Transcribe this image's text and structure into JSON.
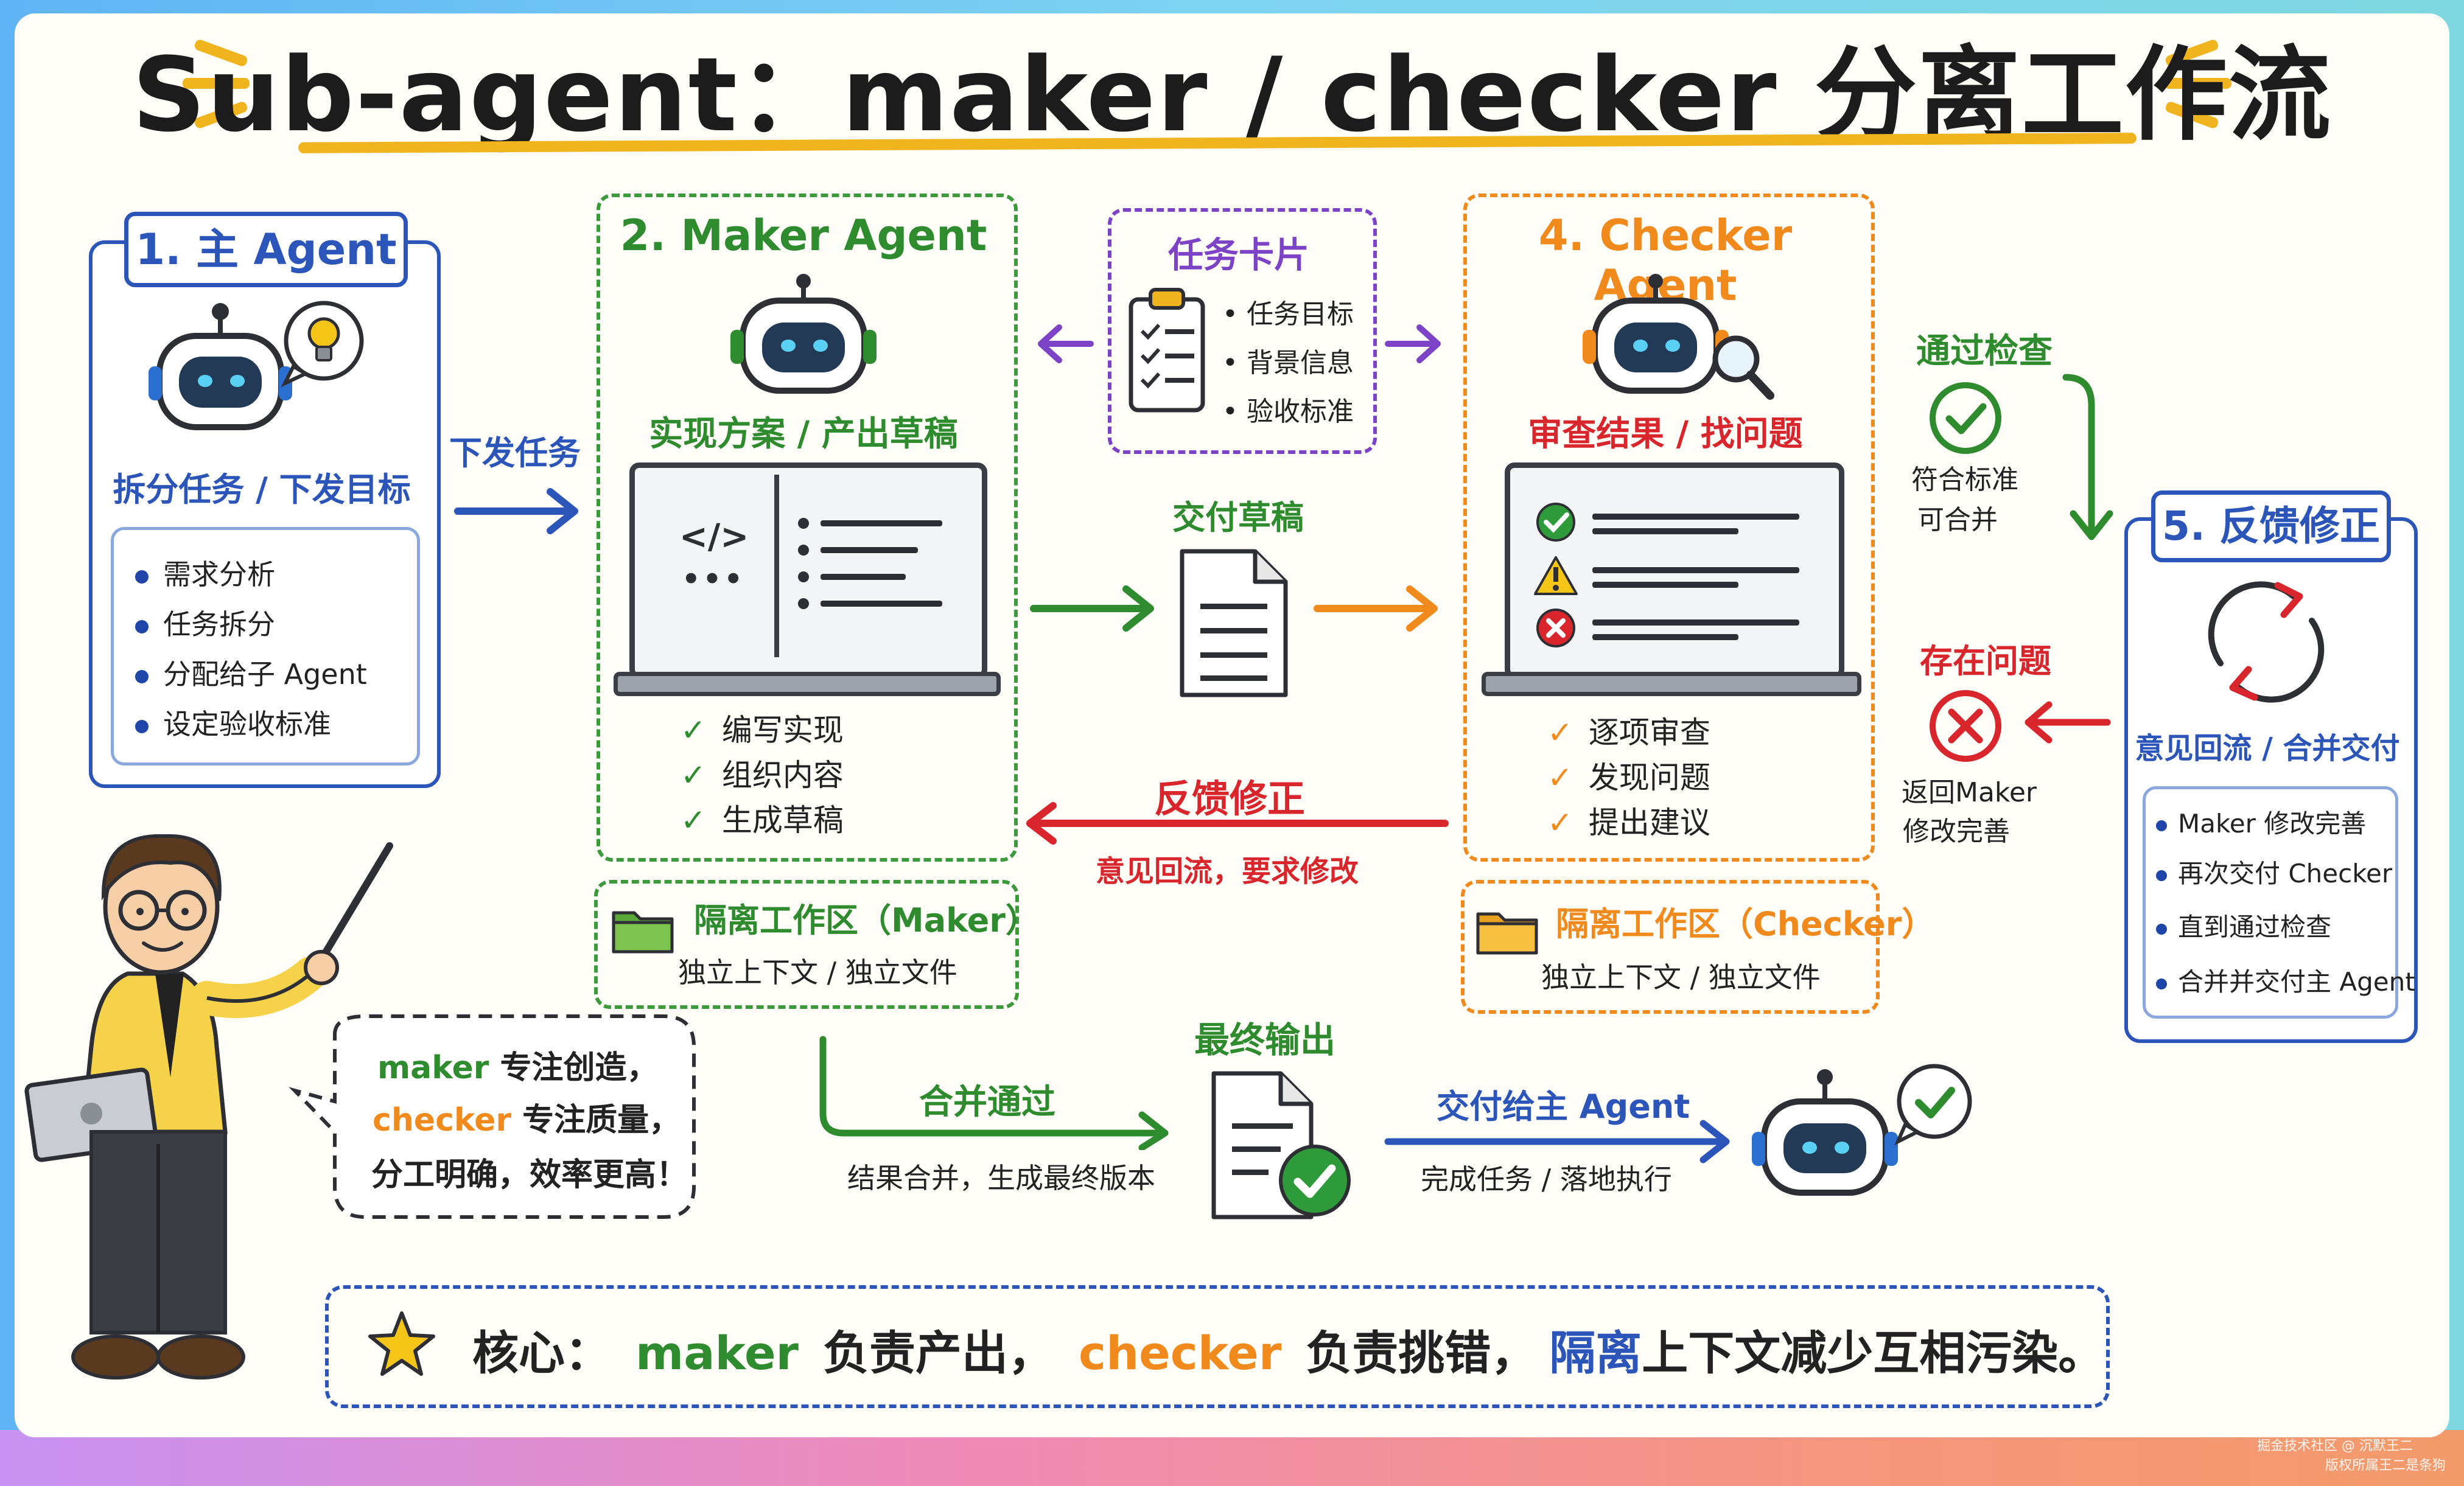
{
  "title": "Sub-agent：maker / checker 分离工作流",
  "main_agent": {
    "tag": "1. 主 Agent",
    "subtitle": "拆分任务 / 下发目标",
    "items": [
      "需求分析",
      "任务拆分",
      "分配给子 Agent",
      "设定验收标准"
    ]
  },
  "dispatch_label": "下发任务",
  "maker": {
    "title": "2. Maker Agent",
    "subtitle": "实现方案 / 产出草稿",
    "code_glyph": "</>",
    "code_dots": "•••",
    "checks": [
      "编写实现",
      "组织内容",
      "生成草稿"
    ],
    "workspace_title": "隔离工作区（Maker）",
    "workspace_sub": "独立上下文 / 独立文件"
  },
  "task_card": {
    "title": "任务卡片",
    "items": [
      "任务目标",
      "背景信息",
      "验收标准"
    ]
  },
  "deliver_draft_label": "交付草稿",
  "feedback_arrow": {
    "title": "反馈修正",
    "sub": "意见回流，要求修改"
  },
  "checker": {
    "title": "4. Checker Agent",
    "subtitle": "审查结果 / 找问题",
    "checks": [
      "逐项审查",
      "发现问题",
      "提出建议"
    ],
    "workspace_title": "隔离工作区（Checker）",
    "workspace_sub": "独立上下文 / 独立文件"
  },
  "pass": {
    "title": "通过检查",
    "lines": [
      "符合标准",
      "可合并"
    ]
  },
  "fail": {
    "title": "存在问题",
    "lines": [
      "返回Maker",
      "修改完善"
    ]
  },
  "feedback": {
    "tag": "5. 反馈修正",
    "subtitle": "意见回流 / 合并交付",
    "items": [
      "Maker 修改完善",
      "再次交付 Checker",
      "直到通过检查",
      "合并并交付主 Agent"
    ]
  },
  "bubble": {
    "line1_a": "maker",
    "line1_b": " 专注创造，",
    "line2_a": "checker",
    "line2_b": " 专注质量，",
    "line3": "分工明确，效率更高！"
  },
  "merge": {
    "title": "合并通过",
    "sub": "结果合并，生成最终版本"
  },
  "final_output_label": "最终输出",
  "handoff": {
    "title": "交付给主 Agent",
    "sub": "完成任务 / 落地执行"
  },
  "core": {
    "prefix": "核心：",
    "maker_word": "maker",
    "text1": "负责产出，",
    "checker_word": "checker",
    "text2": "负责挑错，",
    "iso_word": "隔离",
    "text3": "上下文减少互相污染。"
  },
  "watermark": {
    "line1": "掘金技术社区 @ 沉默王二",
    "line2": "版权所属王二是条狗"
  },
  "colors": {
    "blue": "#2b55b8",
    "green": "#2e8b2e",
    "orange": "#f08a1c",
    "purple": "#7d43c7",
    "red": "#d8262c",
    "gold": "#f0b51e"
  }
}
